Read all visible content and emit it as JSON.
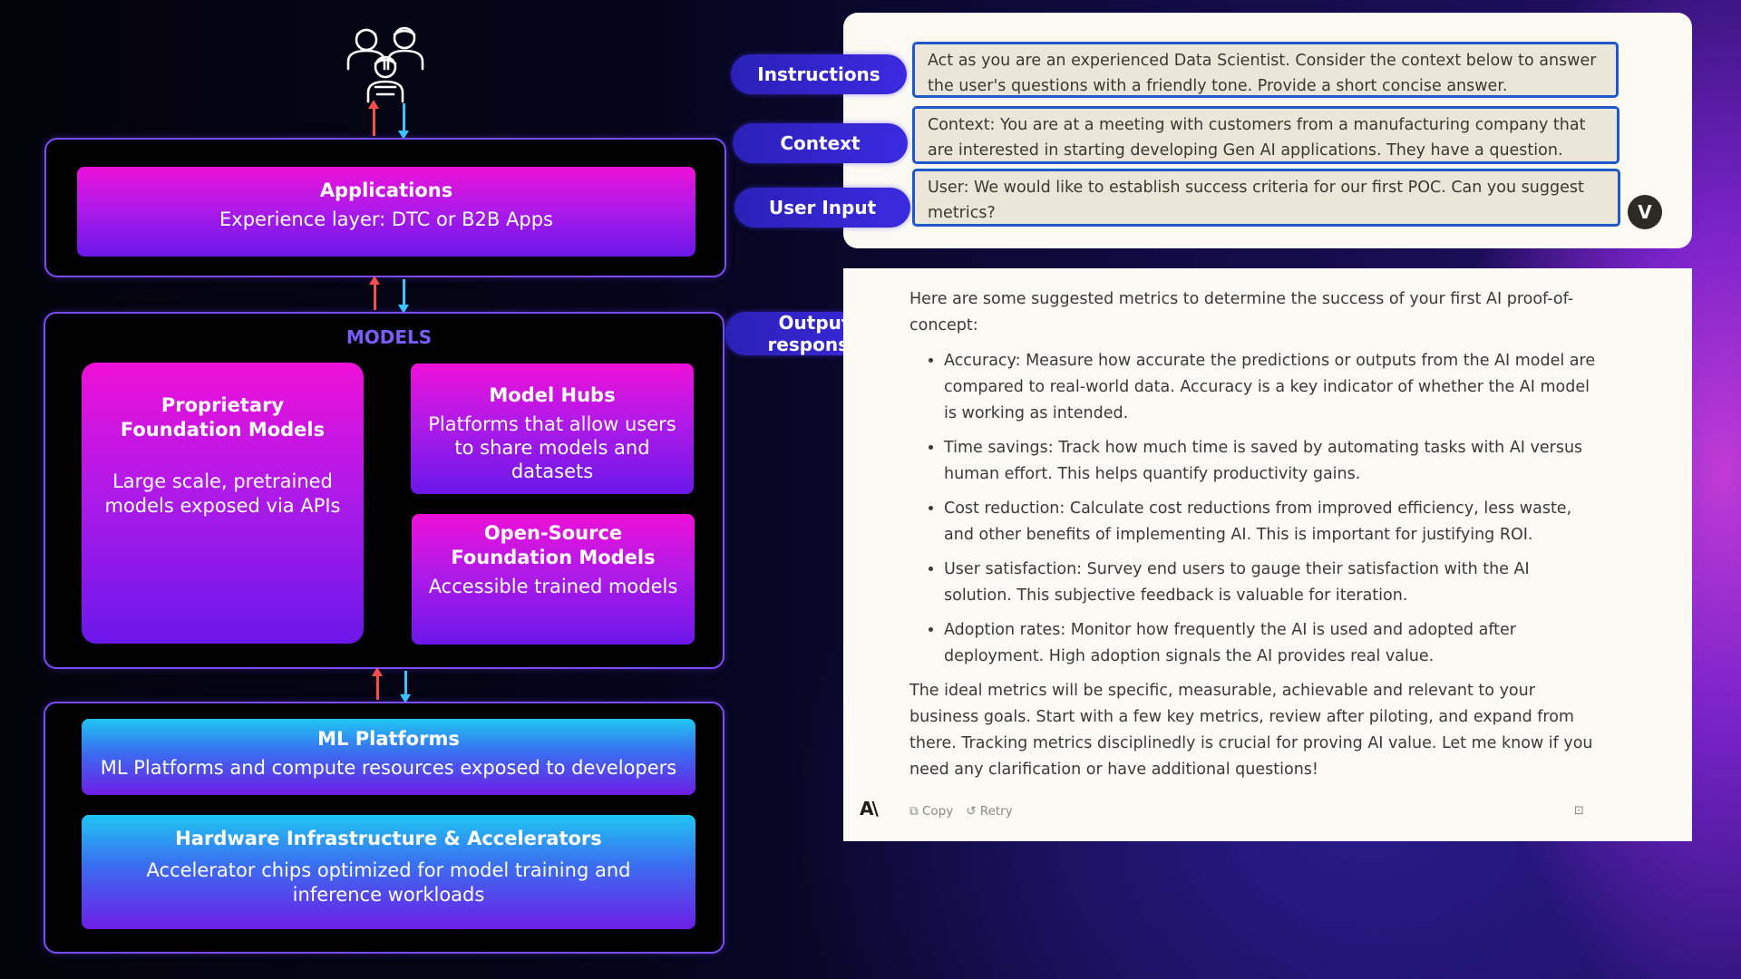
{
  "architecture": {
    "applications": {
      "title": "Applications",
      "subtitle": "Experience layer: DTC or B2B Apps"
    },
    "models": {
      "heading": "MODELS",
      "proprietary": {
        "title_line1": "Proprietary",
        "title_line2": "Foundation Models",
        "desc_line1": "Large scale, pretrained",
        "desc_line2": "models exposed via APIs"
      },
      "model_hubs": {
        "title": "Model Hubs",
        "desc_line1": "Platforms that allow users",
        "desc_line2": "to share models and",
        "desc_line3": "datasets"
      },
      "open_source": {
        "title_line1": "Open-Source",
        "title_line2": "Foundation Models",
        "desc": "Accessible trained models"
      }
    },
    "ml_platforms": {
      "title": "ML Platforms",
      "desc": "ML Platforms and compute resources exposed to developers"
    },
    "hardware": {
      "title": "Hardware Infrastructure & Accelerators",
      "desc_line1": "Accelerator chips optimized for model training and",
      "desc_line2": "inference workloads"
    }
  },
  "labels": {
    "instructions": "Instructions",
    "context": "Context",
    "user_input": "User Input",
    "output_line1": "Output",
    "output_line2": "response"
  },
  "prompt": {
    "instructions_text": "Act as you are an experienced Data Scientist. Consider the context below to answer the user's questions with a friendly tone. Provide a short concise answer.",
    "context_text": "Context: You are at a meeting with customers from a manufacturing company that are interested in starting developing Gen AI applications. They have a question.",
    "user_text": "User: We would like to establish success criteria for our first POC. Can you suggest metrics?",
    "avatar_letter": "V"
  },
  "response": {
    "intro": "Here are some suggested metrics to determine the success of your first AI proof-of-concept:",
    "bullets": [
      "Accuracy: Measure how accurate the predictions or outputs from the AI model are compared to real-world data. Accuracy is a key indicator of whether the AI model is working as intended.",
      "Time savings: Track how much time is saved by automating tasks with AI versus human effort. This helps quantify productivity gains.",
      "Cost reduction: Calculate cost reductions from improved efficiency, less waste, and other benefits of implementing AI. This is important for justifying ROI.",
      "User satisfaction: Survey end users to gauge their satisfaction with the AI solution. This subjective feedback is valuable for iteration.",
      "Adoption rates: Monitor how frequently the AI is used and adopted after deployment. High adoption signals the AI provides real value."
    ],
    "closing": "The ideal metrics will be specific, measurable, achievable and relevant to your business goals. Start with a few key metrics, review after piloting, and expand from there. Tracking metrics disciplinedly is crucial for proving AI value. Let me know if you need any clarification or have additional questions!",
    "copy_label": "Copy",
    "retry_label": "Retry",
    "logo_text": "A\\"
  },
  "icons": {
    "users": "users-group-icon",
    "copy": "copy-icon",
    "retry": "retry-icon",
    "feedback": "feedback-icon",
    "logo": "anthropic-logo-icon"
  }
}
